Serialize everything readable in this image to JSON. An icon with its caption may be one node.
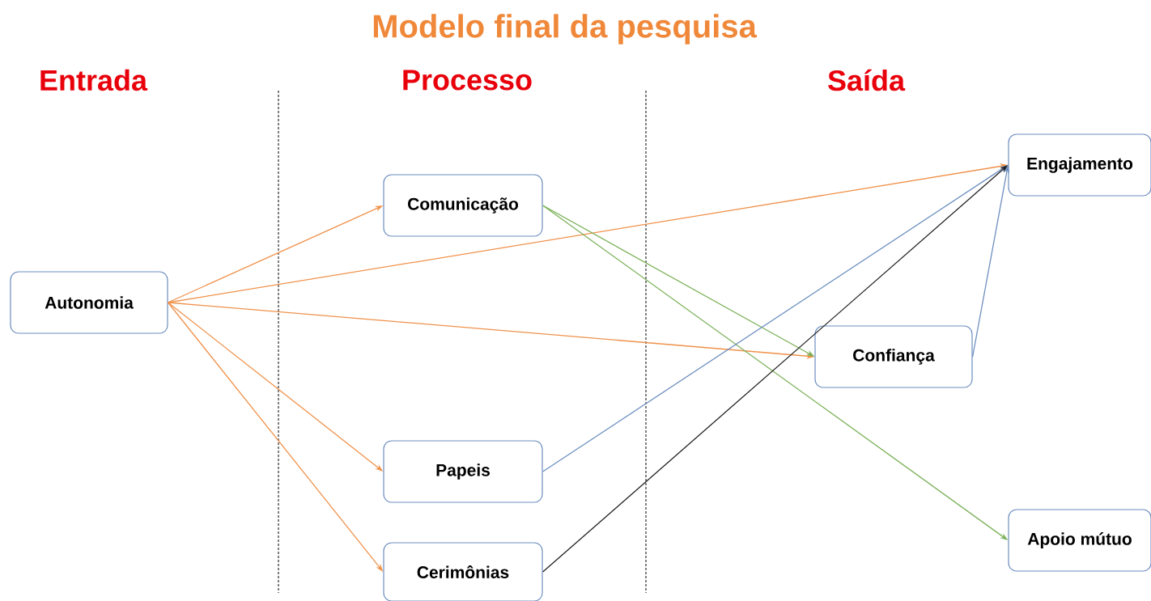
{
  "diagram": {
    "title": "Modelo final da pesquisa",
    "nodes": [
      {
        "text": [
          "Autonomia"
        ]
      },
      {
        "text": [
          "Comunicação"
        ]
      },
      {
        "text": [
          "Papeis"
        ]
      },
      {
        "text": [
          "Cerimônias"
        ]
      },
      {
        "text": [
          "Engajamento"
        ]
      },
      {
        "text": [
          "Confiança"
        ]
      },
      {
        "text": [
          "Apoio mútuo"
        ]
      }
    ],
    "edges": [
      {
        "from": 0,
        "to": 1,
        "arrow": "to"
      },
      {
        "from": 0,
        "to": 4,
        "arrow": "to"
      },
      {
        "from": 0,
        "to": 5,
        "arrow": "to"
      },
      {
        "from": 0,
        "to": 2,
        "arrow": "to"
      },
      {
        "from": 0,
        "to": 3,
        "arrow": "to"
      },
      {
        "from": 1,
        "to": 5,
        "arrow": "to",
        "color": "#7cb15a"
      },
      {
        "from": 1,
        "to": 6,
        "arrow": "to",
        "color": "#7cb15a"
      },
      {
        "from": 2,
        "to": 4,
        "arrow": "to",
        "color": "#6c8ebf"
      },
      {
        "from": 3,
        "to": 4,
        "arrow": "to",
        "color": "#222222"
      },
      {
        "from": 5,
        "to": 4,
        "arrow": "to",
        "color": "#6c8ebf"
      }
    ],
    "labels": [
      "Entrada",
      "Processo",
      "Saída"
    ]
  }
}
